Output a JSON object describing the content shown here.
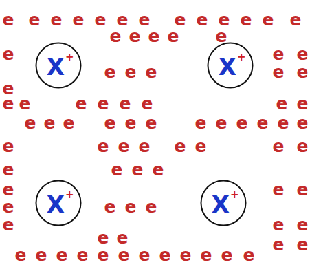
{
  "diagram": {
    "nodes": [
      {
        "text": [
          "X",
          "+"
        ]
      },
      {
        "text": [
          "X",
          "+"
        ]
      },
      {
        "text": [
          "X",
          "+"
        ]
      },
      {
        "text": [
          "X",
          "+"
        ]
      }
    ],
    "labels": [
      "e",
      "e",
      "e",
      "e",
      "e",
      "e",
      "e",
      "e",
      "e",
      "e",
      "e",
      "e",
      "e",
      "e",
      "e",
      "e",
      "e",
      "e",
      "e",
      "e",
      "e",
      "e",
      "e",
      "e",
      "e",
      "e",
      "e",
      "e",
      "e",
      "e",
      "e",
      "e",
      "e",
      "e",
      "e",
      "e",
      "e",
      "e",
      "e",
      "e",
      "e",
      "e",
      "e",
      "e",
      "e",
      "e",
      "e",
      "e",
      "e",
      "e",
      "e",
      "e",
      "e",
      "e",
      "e",
      "e",
      "e",
      "e",
      "e",
      "e",
      "e",
      "e",
      "e",
      "e",
      "e",
      "e",
      "e",
      "e",
      "e",
      "e",
      "e",
      "e",
      "e",
      "e",
      "e",
      "e",
      "e",
      "e",
      "e",
      "e",
      "e",
      "e",
      "e",
      "e",
      "e"
    ]
  }
}
